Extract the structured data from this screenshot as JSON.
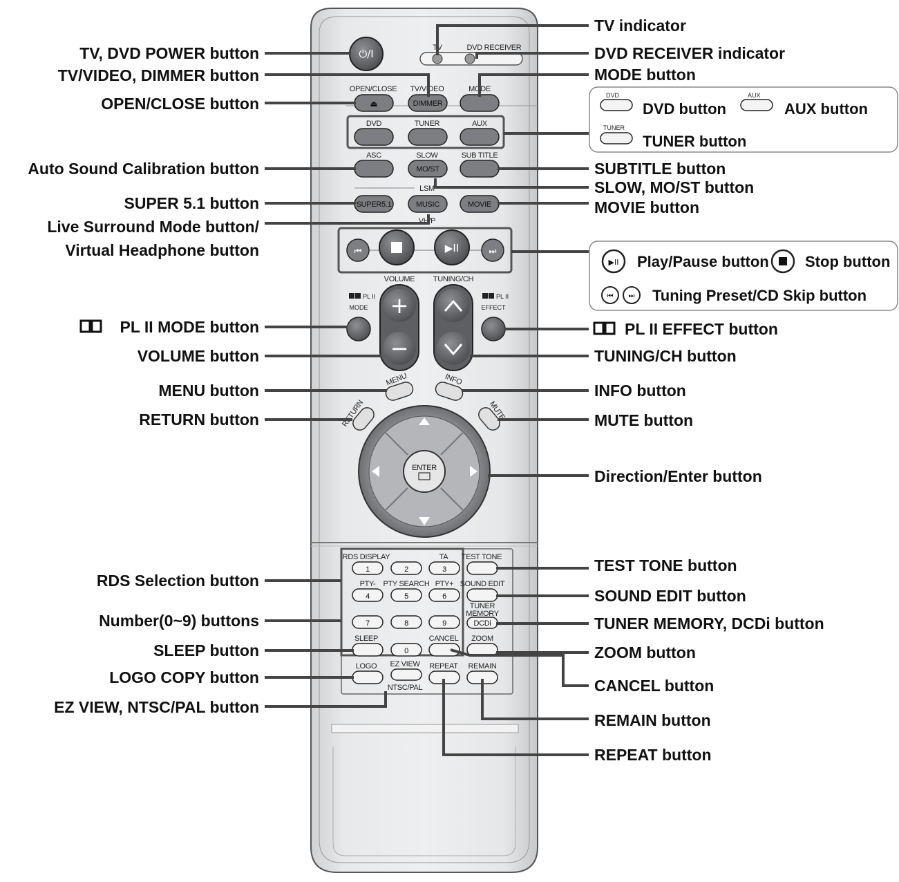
{
  "callouts_left": [
    "TV, DVD POWER button",
    "TV/VIDEO, DIMMER button",
    "OPEN/CLOSE button",
    "Auto Sound Calibration button",
    "SUPER 5.1 button",
    "Live Surround Mode button/",
    "Virtual Headphone button",
    "PL II MODE button",
    "VOLUME button",
    "MENU button",
    "RETURN button",
    "RDS Selection button",
    "Number(0~9) buttons",
    "SLEEP button",
    "LOGO COPY button",
    "EZ VIEW, NTSC/PAL button"
  ],
  "callouts_right": [
    "TV indicator",
    "DVD RECEIVER indicator",
    "MODE button",
    "SUBTITLE button",
    "SLOW, MO/ST button",
    "MOVIE button",
    "PL II EFFECT button",
    "TUNING/CH button",
    "INFO button",
    "MUTE button",
    "Direction/Enter button",
    "TEST TONE button",
    "SOUND EDIT button",
    "TUNER MEMORY, DCDi button",
    "ZOOM button",
    "CANCEL button",
    "REMAIN button",
    "REPEAT button"
  ],
  "legend_source": {
    "dvd_small": "DVD",
    "dvd": "DVD button",
    "aux_small": "AUX",
    "aux": "AUX button",
    "tuner_small": "TUNER",
    "tuner": "TUNER button"
  },
  "legend_play": {
    "play": "Play/Pause button",
    "stop": "Stop button",
    "skip": "Tuning Preset/CD Skip button"
  },
  "remote": {
    "indicator_tv": "TV",
    "indicator_dvd": "DVD RECEIVER",
    "open_close": "OPEN/CLOSE",
    "tv_video": "TV/VIDEO",
    "dimmer": "DIMMER",
    "mode": "MODE",
    "dvd": "DVD",
    "tuner": "TUNER",
    "aux": "AUX",
    "asc": "ASC",
    "slow": "SLOW",
    "mo_st": "MO/ST",
    "sub_title": "SUB TITLE",
    "lsm": "LSM",
    "super51": "SUPER5.1",
    "music": "MUSIC",
    "movie": "MOVIE",
    "vhp": "VH/P",
    "volume": "VOLUME",
    "tuning_ch": "TUNING/CH",
    "pl2": "PL II",
    "pl2_mode": "MODE",
    "pl2_effect": "EFFECT",
    "menu": "MENU",
    "info": "INFO",
    "return": "RETURN",
    "mute": "MUTE",
    "enter": "ENTER",
    "rds_display": "RDS DISPLAY",
    "ta": "TA",
    "test_tone": "TEST TONE",
    "pty_minus": "PTY-",
    "pty_search": "PTY SEARCH",
    "pty_plus": "PTY+",
    "sound_edit": "SOUND EDIT",
    "tuner_memory_1": "TUNER",
    "tuner_memory_2": "MEMORY",
    "dcdi": "DCDi",
    "sleep": "SLEEP",
    "cancel": "CANCEL",
    "zoom": "ZOOM",
    "logo": "LOGO",
    "ez_view": "EZ VIEW",
    "ntsc_pal": "NTSC/PAL",
    "repeat": "REPEAT",
    "remain": "REMAIN",
    "n1": "1",
    "n2": "2",
    "n3": "3",
    "n4": "4",
    "n5": "5",
    "n6": "6",
    "n7": "7",
    "n8": "8",
    "n9": "9",
    "n0": "0"
  }
}
